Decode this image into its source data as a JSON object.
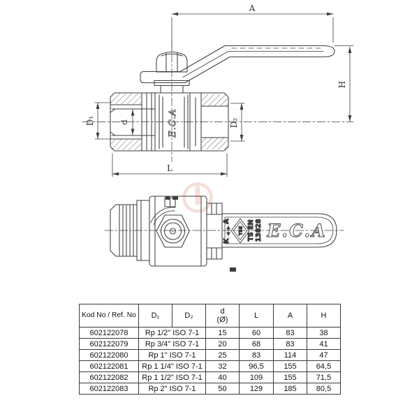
{
  "page": {
    "line_color": "#3d3d3d",
    "watermark_color": "#edb7ae",
    "background": "#ffffff"
  },
  "side_view": {
    "dim_a": "A",
    "dim_h": "H",
    "dim_l": "L",
    "dim_d1": "D₁",
    "dim_d": "d",
    "dim_d2": "D₂",
    "body_brand": "E.C.A"
  },
  "top_view": {
    "open_label": "A",
    "close_label": "K",
    "cert_mark": "TSE",
    "standard_line1": "TS EN",
    "standard_line2": "13828",
    "handle_brand": "E.C.A"
  },
  "table": {
    "headers": {
      "kod": "Kod No / Ref. No",
      "d1": "D₁",
      "d2": "D₂",
      "d_line1": "d",
      "d_line2": "(Ø)",
      "l": "L",
      "a": "A",
      "h": "H"
    },
    "rows": [
      {
        "kod": "602122078",
        "thread": "Rp 1/2\" ISO 7-1",
        "d": "15",
        "L": "60",
        "A": "83",
        "H": "38"
      },
      {
        "kod": "602122079",
        "thread": "Rp 3/4\" ISO 7-1",
        "d": "20",
        "L": "68",
        "A": "83",
        "H": "41"
      },
      {
        "kod": "602122080",
        "thread": "Rp 1\" ISO 7-1",
        "d": "25",
        "L": "83",
        "A": "114",
        "H": "47"
      },
      {
        "kod": "602122081",
        "thread": "Rp 1 1/4\" ISO 7-1",
        "d": "32",
        "L": "96,5",
        "A": "155",
        "H": "64,5"
      },
      {
        "kod": "602122082",
        "thread": "Rp 1 1/2\" ISO 7-1",
        "d": "40",
        "L": "109",
        "A": "155",
        "H": "71,5"
      },
      {
        "kod": "602122083",
        "thread": "Rp 2\" ISO 7-1",
        "d": "50",
        "L": "129",
        "A": "185",
        "H": "80,5"
      }
    ]
  }
}
